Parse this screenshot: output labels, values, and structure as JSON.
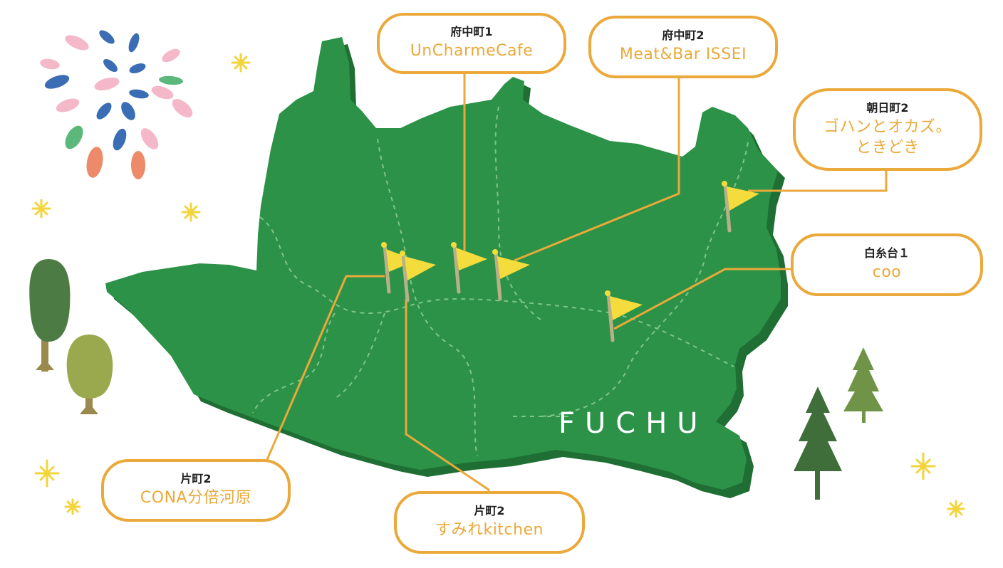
{
  "map": {
    "label": "FUCHU",
    "land_color": "#2c9248",
    "land_shadow_color": "#1f6e33",
    "road_color": "#7ec48b",
    "flag_color": "#f4dc3c",
    "line_color": "#eaa93a"
  },
  "callouts": [
    {
      "id": "uncharmecafe",
      "area": "府中町1",
      "shop": "UnCharmeCafe"
    },
    {
      "id": "issei",
      "area": "府中町2",
      "shop": "Meat&Bar ISSEI"
    },
    {
      "id": "gohan",
      "area": "朝日町2",
      "shop": "ゴハンとオカズ。\nときどき"
    },
    {
      "id": "coo",
      "area": "白糸台１",
      "shop": "coo"
    },
    {
      "id": "cona",
      "area": "片町2",
      "shop": "CONA分倍河原"
    },
    {
      "id": "sumire",
      "area": "片町2",
      "shop": "すみれkitchen"
    }
  ],
  "decorations": {
    "fireworks_colors": [
      "#f4b8c9",
      "#3a6db3",
      "#5cb87a",
      "#ec8a6a"
    ],
    "sparkle_color": "#f3d43a",
    "tree_colors": [
      "#4c7c43",
      "#9aa94d",
      "#3f6e3b",
      "#6f9447"
    ]
  }
}
